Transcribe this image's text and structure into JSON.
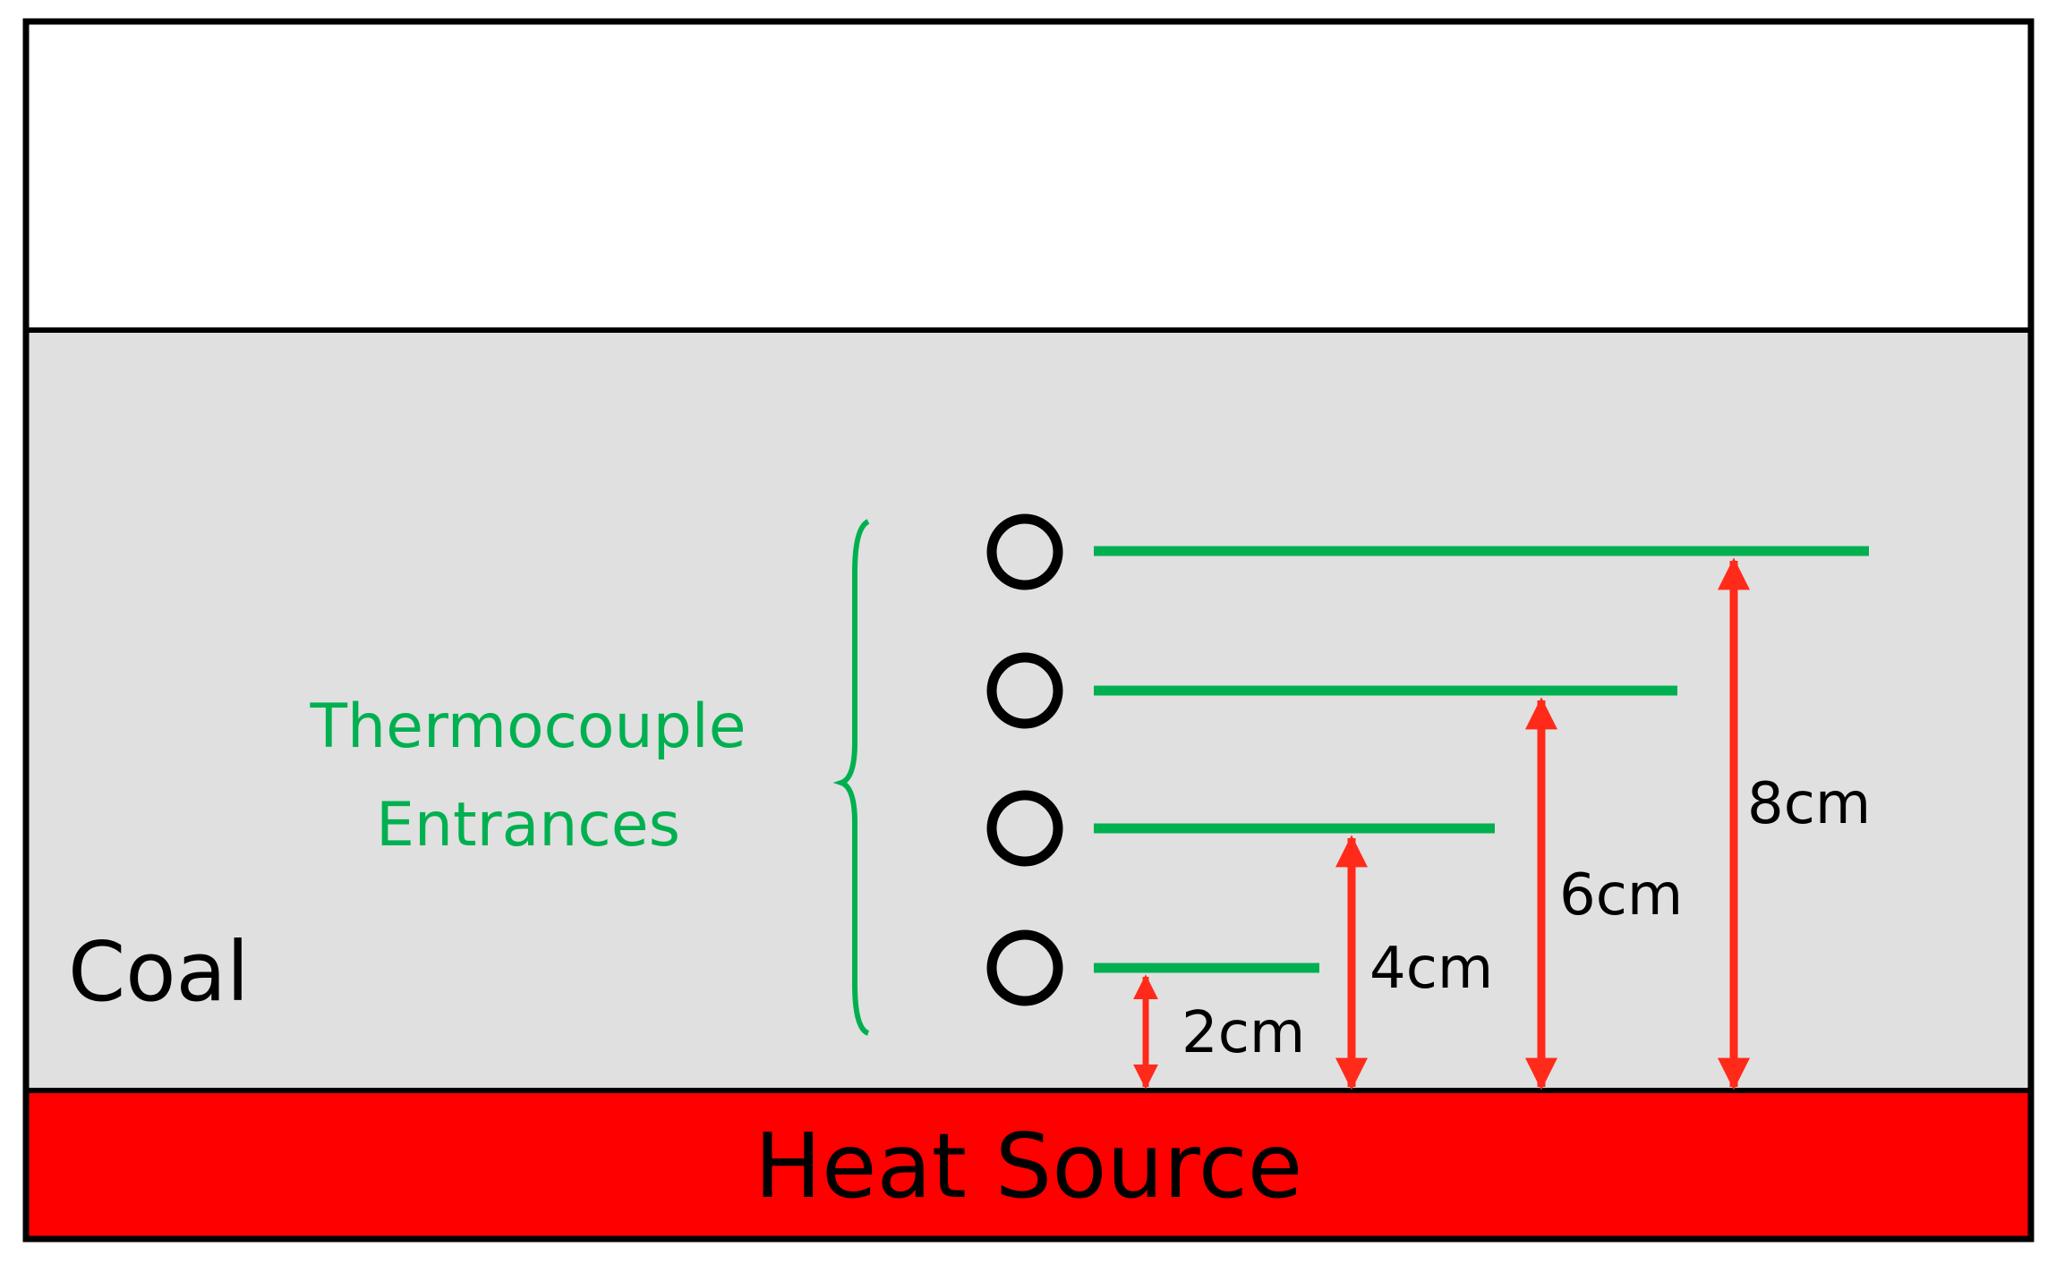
{
  "labels": {
    "thermocouple_line1": "Thermocouple",
    "thermocouple_line2": "Entrances",
    "coal": "Coal",
    "heat_source": "Heat Source"
  },
  "dimensions": [
    {
      "label": "2cm"
    },
    {
      "label": "4cm"
    },
    {
      "label": "6cm"
    },
    {
      "label": "8cm"
    }
  ],
  "colors": {
    "upper_region": "#ffffff",
    "coal_region": "#e0e0e0",
    "heat_source": "#ff0000",
    "border": "#000000",
    "thermocouple": "#00b050",
    "dimension_arrow": "#ff2a1a",
    "text": "#000000"
  }
}
